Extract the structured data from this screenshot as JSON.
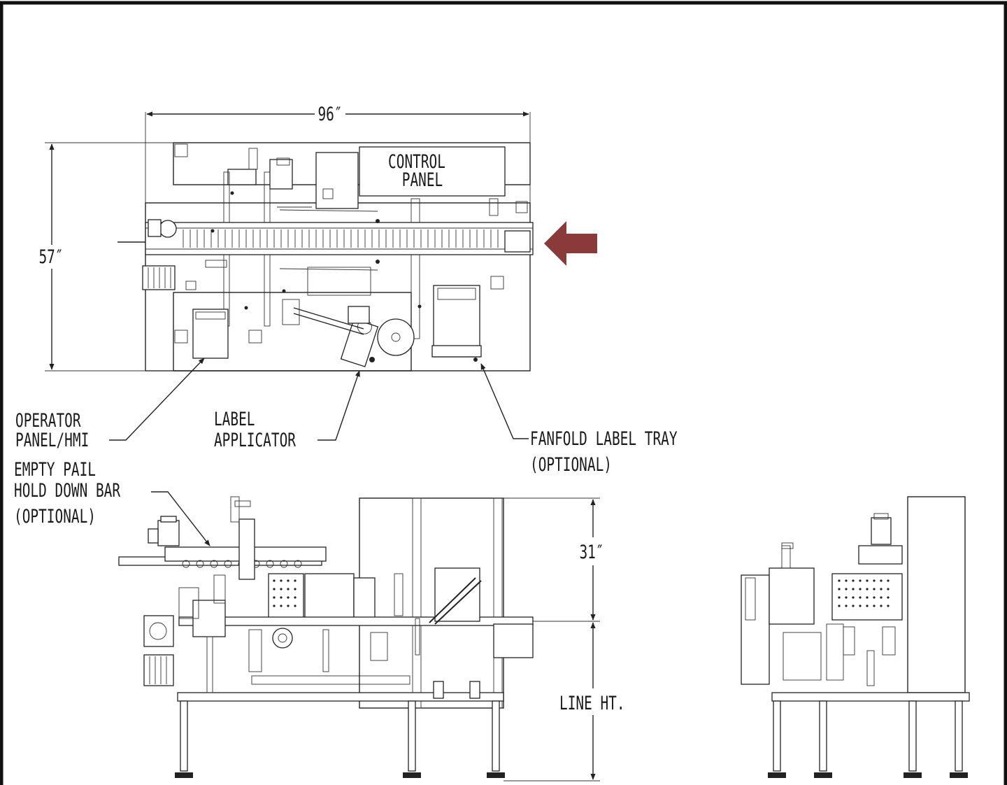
{
  "dimensions": {
    "width": "96″",
    "depth": "57″",
    "head_height": "31″",
    "line_height": "LINE HT."
  },
  "labels": {
    "control_panel": [
      "CONTROL",
      "PANEL"
    ],
    "operator_panel": [
      "OPERATOR",
      "PANEL/HMI"
    ],
    "label_applicator": [
      "LABEL",
      "APPLICATOR"
    ],
    "fanfold_tray": [
      "FANFOLD LABEL TRAY",
      "(OPTIONAL)"
    ],
    "hold_down_bar": [
      "EMPTY PAIL",
      "HOLD DOWN BAR",
      "(OPTIONAL)"
    ]
  },
  "colors": {
    "border": "#111111",
    "line": "#222222",
    "flow_arrow": "#8b3a3a"
  },
  "icons": {
    "flow_direction": "left-arrow-icon"
  }
}
